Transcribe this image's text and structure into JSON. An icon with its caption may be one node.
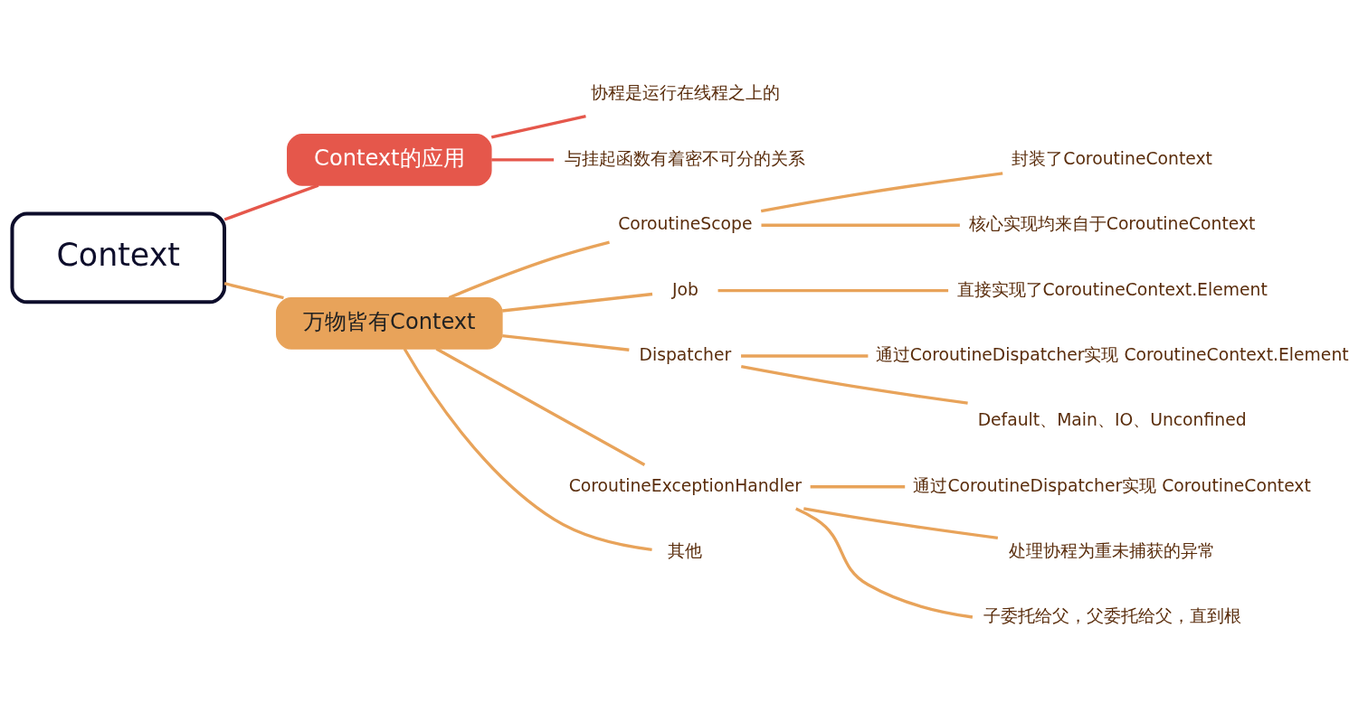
{
  "diagram": {
    "nodes": [
      {
        "text": [
          "Context"
        ]
      },
      {
        "text": [
          "Context的应用"
        ]
      },
      {
        "text": [
          "万物皆有Context"
        ]
      },
      {
        "text": [
          "协程是运行在线程之上的"
        ]
      },
      {
        "text": [
          "与挂起函数有着密不可分的关系"
        ]
      },
      {
        "text": [
          "CoroutineScope"
        ]
      },
      {
        "text": [
          "Job"
        ]
      },
      {
        "text": [
          "Dispatcher"
        ]
      },
      {
        "text": [
          "CoroutineExceptionHandler"
        ]
      },
      {
        "text": [
          "其他"
        ]
      },
      {
        "text": [
          "封装了CoroutineContext"
        ]
      },
      {
        "text": [
          "核心实现均来自于CoroutineContext"
        ]
      },
      {
        "text": [
          "直接实现了CoroutineContext.Element"
        ]
      },
      {
        "text": [
          "通过CoroutineDispatcher实现 CoroutineContext.Element"
        ]
      },
      {
        "text": [
          "Default、Main、IO、Unconfined"
        ]
      },
      {
        "text": [
          "通过CoroutineDispatcher实现 CoroutineContext"
        ]
      },
      {
        "text": [
          "处理协程为重未捕获的异常"
        ]
      },
      {
        "text": [
          "子委托给父，父委托给父，直到根"
        ]
      }
    ],
    "edges": [
      {
        "from": 0,
        "to": 1,
        "arrow": "none",
        "color": "#e5574b"
      },
      {
        "from": 0,
        "to": 2,
        "arrow": "none"
      },
      {
        "from": 1,
        "to": 3,
        "arrow": "none",
        "color": "#e5574b"
      },
      {
        "from": 1,
        "to": 4,
        "arrow": "none",
        "color": "#e5574b"
      },
      {
        "from": 2,
        "to": 5,
        "arrow": "none"
      },
      {
        "from": 2,
        "to": 6,
        "arrow": "none"
      },
      {
        "from": 2,
        "to": 7,
        "arrow": "none"
      },
      {
        "from": 2,
        "to": 8,
        "arrow": "none"
      },
      {
        "from": 2,
        "to": 9,
        "arrow": "none"
      },
      {
        "from": 5,
        "to": 10,
        "arrow": "none"
      },
      {
        "from": 5,
        "to": 11,
        "arrow": "none"
      },
      {
        "from": 6,
        "to": 12,
        "arrow": "none"
      },
      {
        "from": 7,
        "to": 13,
        "arrow": "none"
      },
      {
        "from": 7,
        "to": 14,
        "arrow": "none"
      },
      {
        "from": 8,
        "to": 15,
        "arrow": "none"
      },
      {
        "from": 8,
        "to": 16,
        "arrow": "none"
      },
      {
        "from": 8,
        "to": 17,
        "arrow": "none"
      }
    ]
  }
}
